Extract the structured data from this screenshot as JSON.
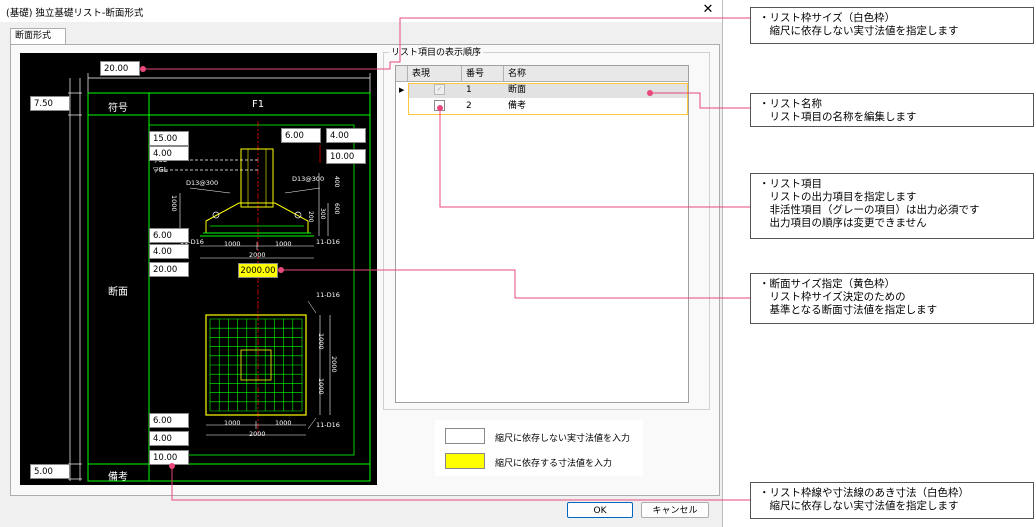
{
  "window": {
    "title": "(基礎) 独立基礎リスト-断面形式",
    "close_glyph": "✕"
  },
  "tab": {
    "label": "断面形式"
  },
  "canvas": {
    "boxes": {
      "top_gap": "20.00",
      "header_height": "7.50",
      "footer_height": "5.00",
      "tr_1": "6.00",
      "tr_2": "4.00",
      "tr_3": "10.00",
      "tl_1": "15.00",
      "tl_2": "4.00",
      "mid_1": "6.00",
      "mid_2": "4.00",
      "mid_3": "20.00",
      "bot_1": "6.00",
      "bot_2": "4.00",
      "bot_3": "10.00",
      "section_size": "2000.00"
    },
    "labels": {
      "col_symbol": "符号",
      "col_name": "F1",
      "row_section": "断面",
      "row_remarks": "備考",
      "rebar_upper_left": "D13@300",
      "rebar_upper_right": "D13@300",
      "rebar_bottom_left": "11-D16",
      "rebar_bottom_right": "11-D16",
      "rebar_plan_top": "11-D16",
      "rebar_plan_bottom": "11-D16",
      "dim_1000a": "1000",
      "dim_1000b": "1000",
      "dim_2000": "2000",
      "dim_1000c": "1000",
      "dim_1000d": "1000",
      "dim_2000b": "2000",
      "dim_v_1000a": "1000",
      "dim_v_1000b": "1000",
      "dim_v_2000": "2000",
      "dim_h_1000": "1000",
      "dim_h_400": "400",
      "dim_h_300": "300",
      "dim_h_600": "600",
      "dim_h_200": "200",
      "gl_mark": "▽SL",
      "gl_mark2": "▽GL"
    }
  },
  "list": {
    "group_label": "リスト項目の表示順序",
    "headers": [
      "表現",
      "番号",
      "名称"
    ],
    "rows": [
      {
        "number": "1",
        "name": "断面",
        "checked": true,
        "disabled": true
      },
      {
        "number": "2",
        "name": "備考",
        "checked": false,
        "disabled": false
      }
    ]
  },
  "legend": {
    "white_text": "縮尺に依存しない実寸法値を入力",
    "yellow_text": "縮尺に依存する寸法値を入力"
  },
  "buttons": {
    "ok": "OK",
    "cancel": "キャンセル"
  },
  "notes": [
    "・リスト枠サイズ（白色枠）\n　縮尺に依存しない実寸法値を指定します",
    "・リスト名称\n　リスト項目の名称を編集します",
    "・リスト項目\n　リストの出力項目を指定します\n　非活性項目（グレーの項目）は出力必須です\n　出力項目の順序は変更できません",
    "・断面サイズ指定（黄色枠）\n　リスト枠サイズ決定のための\n　基準となる断面寸法値を指定します",
    "・リスト枠線や寸法線のあき寸法（白色枠）\n　縮尺に依存しない実寸法値を指定します"
  ],
  "colors": {
    "cad_green": "#00ff00",
    "cad_yellow": "#ffff00",
    "cad_white": "#ffffff",
    "cad_red": "#ff0000",
    "callout_pink": "#e8487a",
    "highlight_row": "#ffd040"
  }
}
